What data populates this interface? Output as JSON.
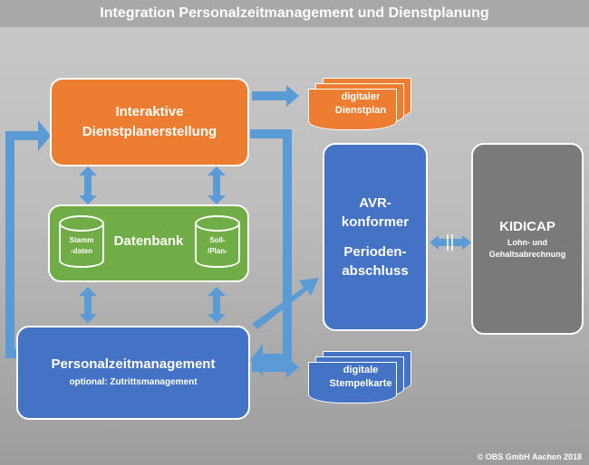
{
  "title": "Integration Personalzeitmanagement und Dienstplanung",
  "colors": {
    "orange": "#ed7d31",
    "green": "#70ad47",
    "blue": "#4472c4",
    "gray": "#7a7a7a",
    "arrow": "#5b9bd5"
  },
  "dienstplanerstellung": {
    "line1": "Interaktive",
    "line2": "Dienstplanerstellung"
  },
  "datenbank": {
    "title": "Datenbank",
    "cyl1": {
      "line1": "Stamm",
      "line2": "-daten"
    },
    "cyl2": {
      "line1": "Soll-",
      "line2": "/Plan-"
    }
  },
  "personalzeit": {
    "title": "Personalzeitmanagement",
    "subtitle": "optional: Zutrittsmanagement"
  },
  "avr": {
    "line1": "AVR-",
    "line2": "konformer",
    "line3": "Perioden-",
    "line4": "abschluss"
  },
  "kidicap": {
    "title": "KIDICAP",
    "line1": "Lohn- und",
    "line2": "Gehaltsabrechnung"
  },
  "doc_dienstplan": {
    "line1": "digitaler",
    "line2": "Dienstplan"
  },
  "doc_stempelkarte": {
    "line1": "digitale",
    "line2": "Stempelkarte"
  },
  "copyright": "© OBS GmbH Aachen 2018"
}
